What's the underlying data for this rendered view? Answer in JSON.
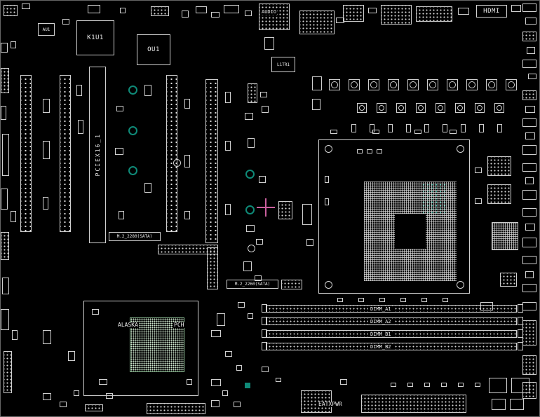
{
  "colors": {
    "background": "#000000",
    "silkscreen": "#d8d8d8",
    "mounting_hole_teal": "#0f8a78",
    "highlight_cross": "#c95f9d",
    "pch_die_green": "#cfe9cf"
  },
  "io_area": {
    "au1": "AU1",
    "k1u1": "K1U1",
    "ou1": "OU1",
    "audio": "AUDIO",
    "l1tr1": "L1TR1",
    "hdmi": "HDMI"
  },
  "slots": {
    "pciex16": "PCIEX16_1",
    "m2_upper": "M.2_2280(SATA)",
    "m2_lower": "M.2_2260(SATA)",
    "dimm": [
      "DIMM_A1",
      "DIMM_A2",
      "DIMM_B1",
      "DIMM_B2"
    ]
  },
  "chips": {
    "pch_brand": "ALASKA",
    "pch": "PCH"
  },
  "power": {
    "eatxpwr": "EATXPWR"
  }
}
